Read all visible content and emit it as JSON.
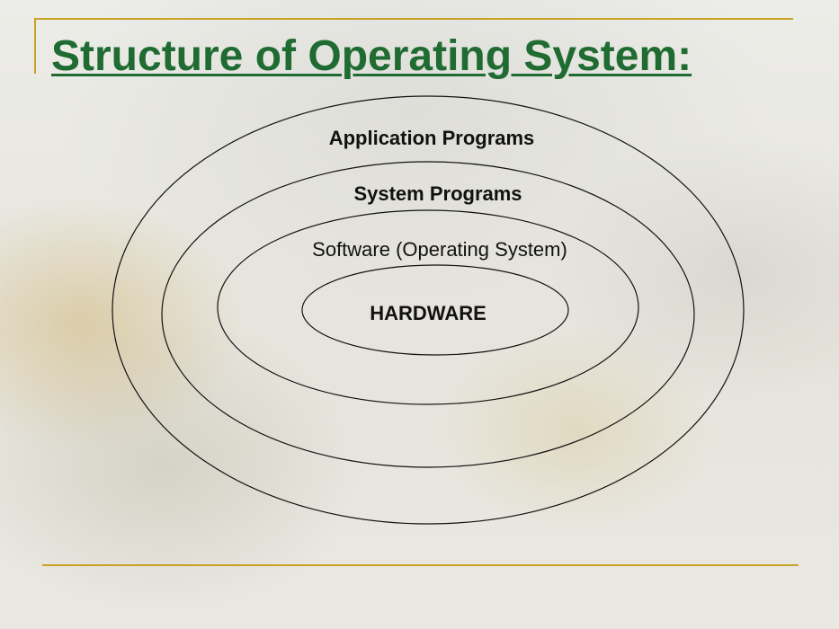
{
  "slide": {
    "title": "Structure of Operating System:"
  },
  "diagram": {
    "layers": [
      {
        "label": "Application Programs"
      },
      {
        "label": "System Programs"
      },
      {
        "label": "Software (Operating System)"
      },
      {
        "label": "HARDWARE"
      }
    ]
  }
}
